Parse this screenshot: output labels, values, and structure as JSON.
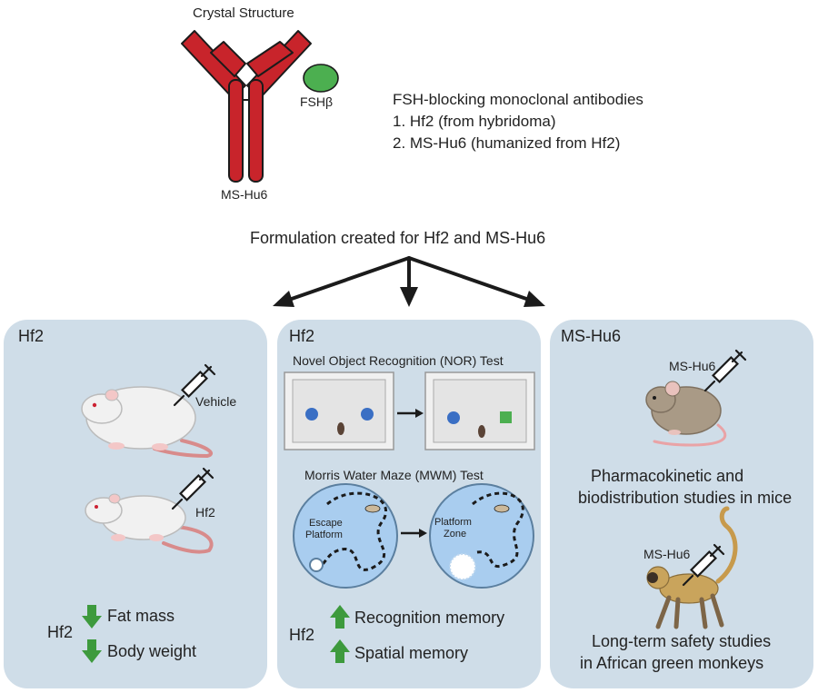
{
  "top": {
    "crystal_label": "Crystal Structure",
    "fsh_label": "FSHβ",
    "antibody_label": "MS-Hu6",
    "antibodies_title": "FSH-blocking monoclonal antibodies",
    "antibody_1": "1. Hf2 (from hybridoma)",
    "antibody_2": "2. MS-Hu6 (humanized from Hf2)",
    "formulation": "Formulation created for Hf2 and MS-Hu6"
  },
  "panels": {
    "left": {
      "title": "Hf2",
      "vehicle_label": "Vehicle",
      "hf2_label": "Hf2",
      "treatment_label": "Hf2",
      "outcome_1": "Fat mass",
      "outcome_2": "Body weight"
    },
    "middle": {
      "title": "Hf2",
      "nor_title": "Novel Object Recognition (NOR) Test",
      "mwm_title": "Morris Water Maze (MWM) Test",
      "escape_label_1": "Escape",
      "escape_label_2": "Platform",
      "zone_label_1": "Platform",
      "zone_label_2": "Zone",
      "treatment_label": "Hf2",
      "outcome_1": "Recognition memory",
      "outcome_2": "Spatial memory"
    },
    "right": {
      "title": "MS-Hu6",
      "mouse_label": "MS-Hu6",
      "mouse_text_1": "Pharmacokinetic and",
      "mouse_text_2": "biodistribution studies in mice",
      "monkey_label": "MS-Hu6",
      "monkey_text_1": "Long-term safety studies",
      "monkey_text_2": "in African green monkeys"
    }
  },
  "colors": {
    "antibody_red": "#c8242b",
    "fsh_green": "#4caf50",
    "panel_blue": "#cfdde8",
    "arrow_green": "#3d9a3d",
    "dot_blue": "#3a6fc4",
    "maze_water": "#a9cdef"
  }
}
